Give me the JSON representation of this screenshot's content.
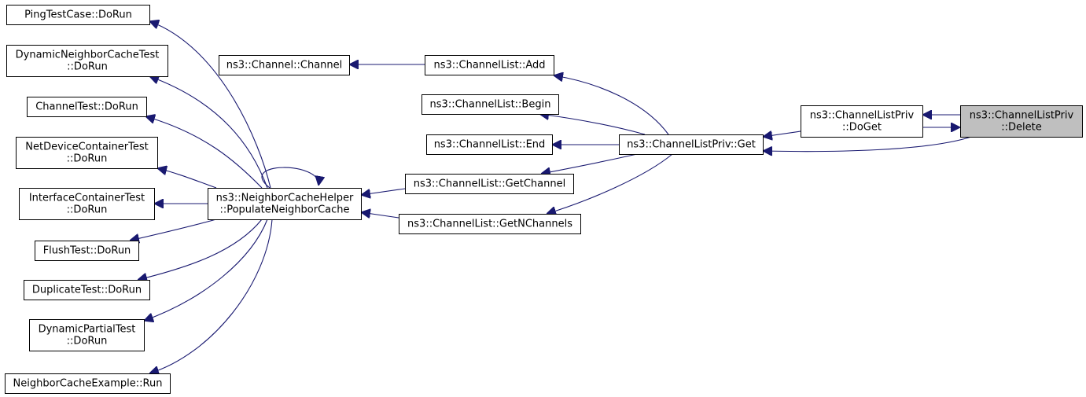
{
  "colors": {
    "edge": "#191970",
    "highlight_fill": "#bfbfbf",
    "box_stroke": "#000000"
  },
  "nodes": [
    {
      "id": "ping",
      "lines": [
        "PingTestCase::DoRun"
      ]
    },
    {
      "id": "dyn_nc",
      "lines": [
        "DynamicNeighborCacheTest",
        "::DoRun"
      ]
    },
    {
      "id": "chtest",
      "lines": [
        "ChannelTest::DoRun"
      ]
    },
    {
      "id": "netdev",
      "lines": [
        "NetDeviceContainerTest",
        "::DoRun"
      ]
    },
    {
      "id": "iface",
      "lines": [
        "InterfaceContainerTest",
        "::DoRun"
      ]
    },
    {
      "id": "flush",
      "lines": [
        "FlushTest::DoRun"
      ]
    },
    {
      "id": "dup",
      "lines": [
        "DuplicateTest::DoRun"
      ]
    },
    {
      "id": "dynpart",
      "lines": [
        "DynamicPartialTest",
        "::DoRun"
      ]
    },
    {
      "id": "ncex",
      "lines": [
        "NeighborCacheExample::Run"
      ]
    },
    {
      "id": "populate",
      "lines": [
        "ns3::NeighborCacheHelper",
        "::PopulateNeighborCache"
      ]
    },
    {
      "id": "chctor",
      "lines": [
        "ns3::Channel::Channel"
      ]
    },
    {
      "id": "add",
      "lines": [
        "ns3::ChannelList::Add"
      ]
    },
    {
      "id": "begin",
      "lines": [
        "ns3::ChannelList::Begin"
      ]
    },
    {
      "id": "end",
      "lines": [
        "ns3::ChannelList::End"
      ]
    },
    {
      "id": "getch",
      "lines": [
        "ns3::ChannelList::GetChannel"
      ]
    },
    {
      "id": "getn",
      "lines": [
        "ns3::ChannelList::GetNChannels"
      ]
    },
    {
      "id": "privget",
      "lines": [
        "ns3::ChannelListPriv::Get"
      ]
    },
    {
      "id": "doget",
      "lines": [
        "ns3::ChannelListPriv",
        "::DoGet"
      ]
    },
    {
      "id": "delete",
      "lines": [
        "ns3::ChannelListPriv",
        "::Delete"
      ],
      "highlight": true
    }
  ],
  "edges": [
    {
      "from": "populate",
      "to": "ping"
    },
    {
      "from": "populate",
      "to": "dyn_nc"
    },
    {
      "from": "populate",
      "to": "chtest"
    },
    {
      "from": "populate",
      "to": "netdev"
    },
    {
      "from": "populate",
      "to": "iface"
    },
    {
      "from": "populate",
      "to": "flush"
    },
    {
      "from": "populate",
      "to": "dup"
    },
    {
      "from": "populate",
      "to": "dynpart"
    },
    {
      "from": "populate",
      "to": "ncex"
    },
    {
      "from": "populate",
      "to": "populate"
    },
    {
      "from": "getch",
      "to": "populate"
    },
    {
      "from": "getn",
      "to": "populate"
    },
    {
      "from": "add",
      "to": "chctor"
    },
    {
      "from": "privget",
      "to": "add"
    },
    {
      "from": "privget",
      "to": "begin"
    },
    {
      "from": "privget",
      "to": "end"
    },
    {
      "from": "privget",
      "to": "getch"
    },
    {
      "from": "privget",
      "to": "getn"
    },
    {
      "from": "doget",
      "to": "privget"
    },
    {
      "from": "delete",
      "to": "doget"
    },
    {
      "from": "doget",
      "to": "delete"
    },
    {
      "from": "privget",
      "to": "delete"
    }
  ]
}
